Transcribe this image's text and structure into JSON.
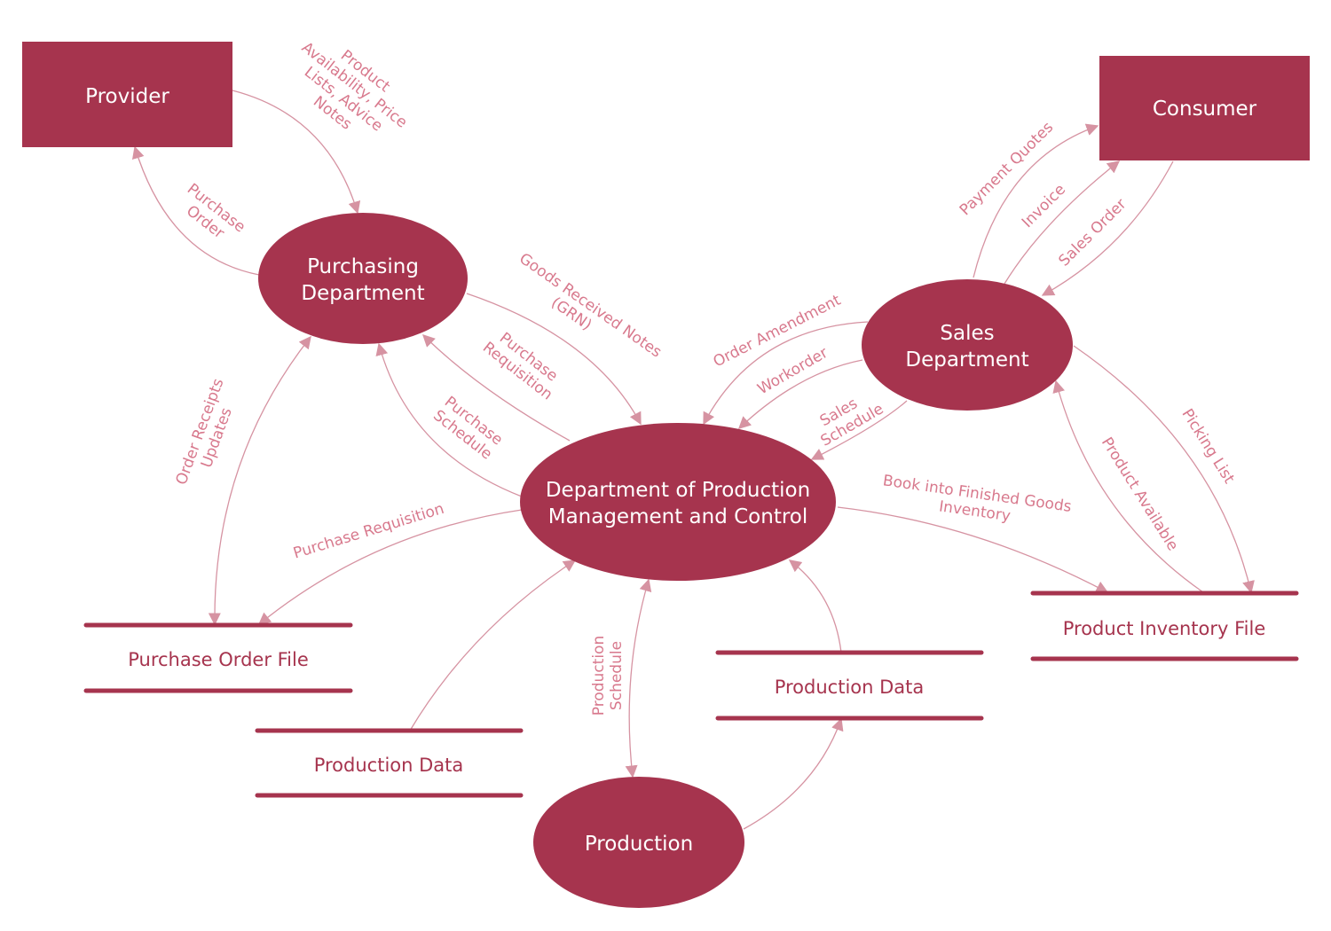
{
  "colors": {
    "node_fill": "#A6344E",
    "node_text": "#FFFFFF",
    "flow_line": "#D693A2",
    "flow_label": "#D8798D",
    "store_text": "#A6344E",
    "background": "#FFFFFF"
  },
  "entities": {
    "provider": "Provider",
    "consumer": "Consumer"
  },
  "processes": {
    "purchasing": [
      "Purchasing",
      "Department"
    ],
    "sales": [
      "Sales",
      "Department"
    ],
    "central": [
      "Department of Production",
      "Management and Control"
    ],
    "production": "Production"
  },
  "stores": {
    "purchase_order_file": "Purchase Order File",
    "production_data_left": "Production Data",
    "production_data_right": "Production Data",
    "product_inventory_file": "Product Inventory File"
  },
  "flows": {
    "product_availability": [
      "Product",
      "Availability, Price",
      "Lists, Advice",
      "Notes"
    ],
    "purchase_order": [
      "Purchase",
      "Order"
    ],
    "payment_quotes": "Payment  Quotes",
    "invoice": "Invoice",
    "sales_order": "Sales Order",
    "goods_received": [
      "Goods Received Notes",
      "(GRN)"
    ],
    "purchase_requisition_upper": [
      "Purchase",
      "Requisition"
    ],
    "purchase_schedule": [
      "Purchase",
      "Schedule"
    ],
    "order_amendment": "Order Amendment",
    "workorder": "Workorder",
    "sales_schedule": [
      "Sales",
      "Schedule"
    ],
    "order_receipts": [
      "Order Receipts",
      "Updates"
    ],
    "purchase_requisition_lower": "Purchase Requisition",
    "book_into_inventory": [
      "Book into Finished Goods",
      "Inventory"
    ],
    "picking_list": "Picking List",
    "product_available": "Product Available",
    "production_schedule": [
      "Production",
      "Schedule"
    ]
  }
}
